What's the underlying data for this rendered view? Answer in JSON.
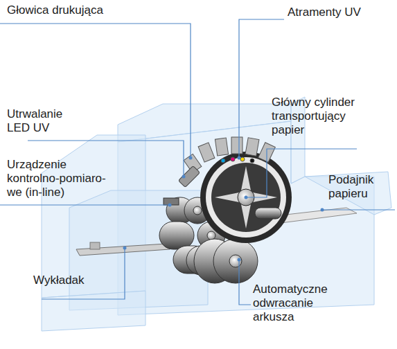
{
  "diagram": {
    "labels": [
      "Głowica drukująca",
      "Atramenty UV",
      "Główny cylinder transportujący papier",
      "Utrwalanie LED UV",
      "Urządzenie kontrolno-pomiaro- we (in-line)",
      "Podajnik papieru",
      "Wykładak",
      "Automatyczne odwracanie arkusza"
    ]
  }
}
